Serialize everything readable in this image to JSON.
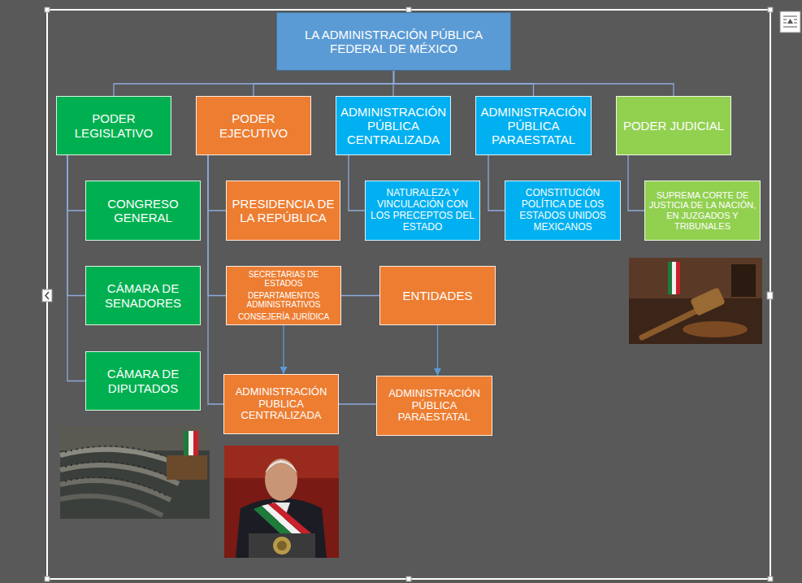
{
  "diagram": {
    "nodes": [
      {
        "text": [
          "LA ADMINISTRACIÓN PÚBLICA FEDERAL DE MÉXICO"
        ]
      },
      {
        "text": [
          "PODER LEGISLATIVO"
        ]
      },
      {
        "text": [
          "PODER EJECUTIVO"
        ]
      },
      {
        "text": [
          "ADMINISTRACIÓN PÚBLICA CENTRALIZADA"
        ]
      },
      {
        "text": [
          "ADMINISTRACIÓN PÚBLICA PARAESTATAL"
        ]
      },
      {
        "text": [
          "PODER JUDICIAL"
        ]
      },
      {
        "text": [
          "CONGRESO GENERAL"
        ]
      },
      {
        "text": [
          "PRESIDENCIA DE LA REPÚBLICA"
        ]
      },
      {
        "text": [
          "NATURALEZA Y VINCULACIÓN CON LOS PRECEPTOS DEL ESTADO"
        ]
      },
      {
        "text": [
          "CONSTITUCIÓN POLÍTICA DE LOS ESTADOS UNIDOS MEXICANOS"
        ]
      },
      {
        "text": [
          "SUPREMA CORTE DE JUSTICIA DE LA NACIÓN, EN JUZGADOS Y TRIBUNALES"
        ]
      },
      {
        "text": [
          "CÁMARA DE SENADORES"
        ]
      },
      {
        "text": [
          "SECRETARIAS DE ESTADOS",
          "DEPARTAMENTOS ADMINISTRATIVOS",
          "CONSEJERÍA JURÍDICA"
        ]
      },
      {
        "text": [
          "ENTIDADES"
        ]
      },
      {
        "text": [
          "CÁMARA DE DIPUTADOS"
        ]
      },
      {
        "text": [
          "ADMINISTRACIÓN PUBLICA CENTRALIZADA"
        ]
      },
      {
        "text": [
          "ADMINISTRACIÓN PÚBLICA PARAESTATAL"
        ]
      }
    ],
    "edges": [
      {
        "from": 0,
        "to": 1,
        "arrow": "none"
      },
      {
        "from": 0,
        "to": 2,
        "arrow": "none"
      },
      {
        "from": 0,
        "to": 3,
        "arrow": "none"
      },
      {
        "from": 0,
        "to": 4,
        "arrow": "none"
      },
      {
        "from": 0,
        "to": 5,
        "arrow": "none"
      },
      {
        "from": 1,
        "to": 6,
        "arrow": "none"
      },
      {
        "from": 1,
        "to": 11,
        "arrow": "none"
      },
      {
        "from": 1,
        "to": 14,
        "arrow": "none"
      },
      {
        "from": 2,
        "to": 7,
        "arrow": "none"
      },
      {
        "from": 2,
        "to": 12,
        "arrow": "none"
      },
      {
        "from": 2,
        "to": 15,
        "arrow": "none"
      },
      {
        "from": 12,
        "to": 13,
        "arrow": "none"
      },
      {
        "from": 12,
        "to": 15,
        "arrow": "to"
      },
      {
        "from": 13,
        "to": 16,
        "arrow": "to"
      },
      {
        "from": 15,
        "to": 16,
        "arrow": "none"
      },
      {
        "from": 3,
        "to": 8,
        "arrow": "none"
      },
      {
        "from": 4,
        "to": 9,
        "arrow": "none"
      },
      {
        "from": 5,
        "to": 10,
        "arrow": "none"
      }
    ]
  }
}
